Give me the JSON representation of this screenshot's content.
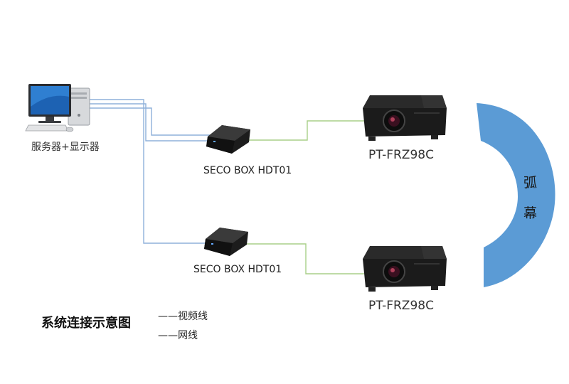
{
  "nodes": {
    "server": {
      "label": "服务器+显示器",
      "icon": "desktop-computer-icon"
    },
    "box_top": {
      "label": "SECO BOX HDT01",
      "icon": "hdbaset-box-icon"
    },
    "box_bottom": {
      "label": "SECO BOX HDT01",
      "icon": "hdbaset-box-icon"
    },
    "projector_top": {
      "label": "PT-FRZ98C",
      "icon": "projector-icon"
    },
    "projector_bottom": {
      "label": "PT-FRZ98C",
      "icon": "projector-icon"
    },
    "screen": {
      "label_line1": "弧",
      "label_line2": "幕",
      "icon": "curved-screen-icon"
    }
  },
  "title": "系统连接示意图",
  "legend": [
    {
      "label": "——视频线",
      "color": "#8fb1da"
    },
    {
      "label": "——网线",
      "color": "#a9cf88"
    }
  ],
  "colors": {
    "video_line": "#8fb1da",
    "network_line": "#a9cf88",
    "screen": "#5b9bd5"
  }
}
